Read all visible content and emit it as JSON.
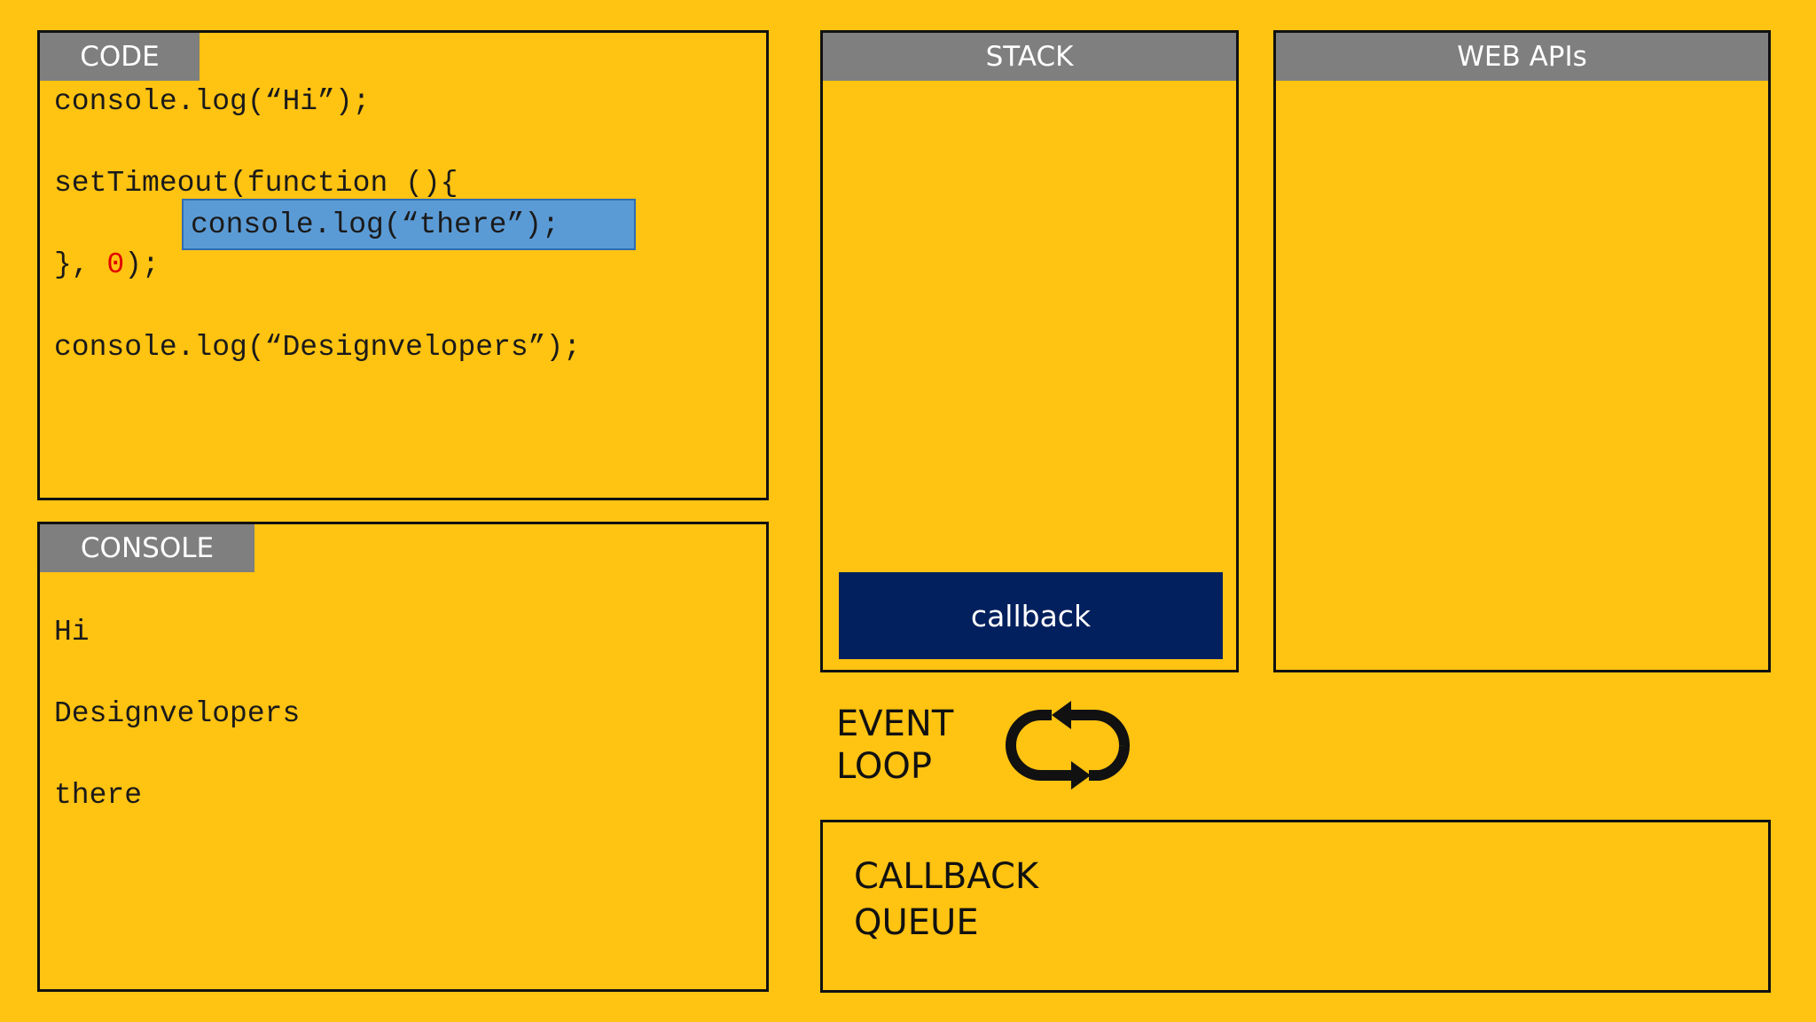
{
  "code": {
    "tab_label": "CODE",
    "line1": "console.log(“Hi”);",
    "line2": "setTimeout(function (){",
    "highlighted_line": "console.log(“there”);",
    "line4_prefix": "}, ",
    "delay_value": "0",
    "line4_suffix": ");",
    "line5": "console.log(“Designvelopers”);"
  },
  "console": {
    "tab_label": "CONSOLE",
    "outputs": [
      "Hi",
      "Designvelopers",
      "there"
    ]
  },
  "stack": {
    "tab_label": "STACK",
    "frames": [
      "callback"
    ]
  },
  "web_apis": {
    "tab_label": "WEB APIs"
  },
  "event_loop": {
    "line1": "EVENT",
    "line2": "LOOP",
    "icon": "loop-arrows-icon"
  },
  "callback_queue": {
    "line1": "CALLBACK",
    "line2": "QUEUE"
  },
  "colors": {
    "background": "#FFC312",
    "tab": "#7F7F7F",
    "highlight": "#5B9BD5",
    "stack_frame": "#03205E",
    "delay_value": "#E00000"
  }
}
